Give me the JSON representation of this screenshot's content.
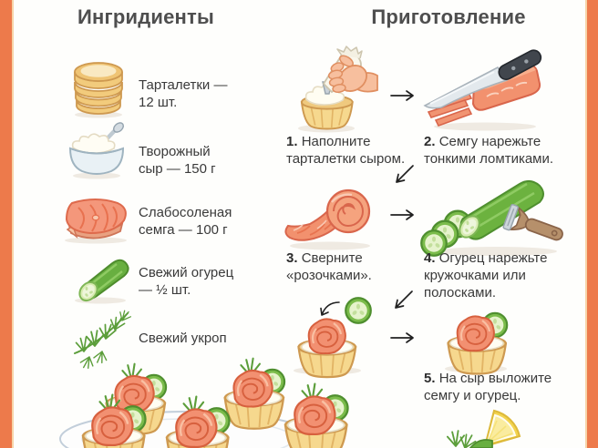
{
  "page": {
    "accent_color": "#ED7A4B",
    "background": "#FEFEFC",
    "title_color": "#4E4E4E",
    "text_color": "#3A3A3A"
  },
  "header": {
    "ingredients_title": "Ингридиенты",
    "preparation_title": "Приготовление"
  },
  "ingredients": {
    "items": [
      {
        "icon": "tartlet-stack-icon",
        "label": "Тарталетки —\n12 шт."
      },
      {
        "icon": "cream-cheese-bowl-icon",
        "label": "Творожный\nсыр — 150 г"
      },
      {
        "icon": "salmon-steak-icon",
        "label": "Слабосоленая\nсемга — 100 г"
      },
      {
        "icon": "cucumber-icon",
        "label": "Свежий огурец\n— ½ шт."
      },
      {
        "icon": "dill-icon",
        "label": "Свежий укроп"
      }
    ]
  },
  "preparation": {
    "steps": [
      {
        "number": "1.",
        "icon": "piping-bag-tartlet-icon",
        "text": "Наполните\nтарталетки сыром."
      },
      {
        "number": "2.",
        "icon": "knife-salmon-icon",
        "text": "Семгу нарежьте\nтонкими ломтиками."
      },
      {
        "number": "3.",
        "icon": "salmon-roll-icon",
        "text": "Сверните\n«розочками»."
      },
      {
        "number": "4.",
        "icon": "cucumber-peeler-icon",
        "text": "Огурец нарежьте\nкружочками или\nполосками."
      },
      {
        "number": "5.",
        "icon": "finished-tartlet-icon",
        "text": "На сыр выложите\nсемгу и огурец."
      }
    ]
  }
}
